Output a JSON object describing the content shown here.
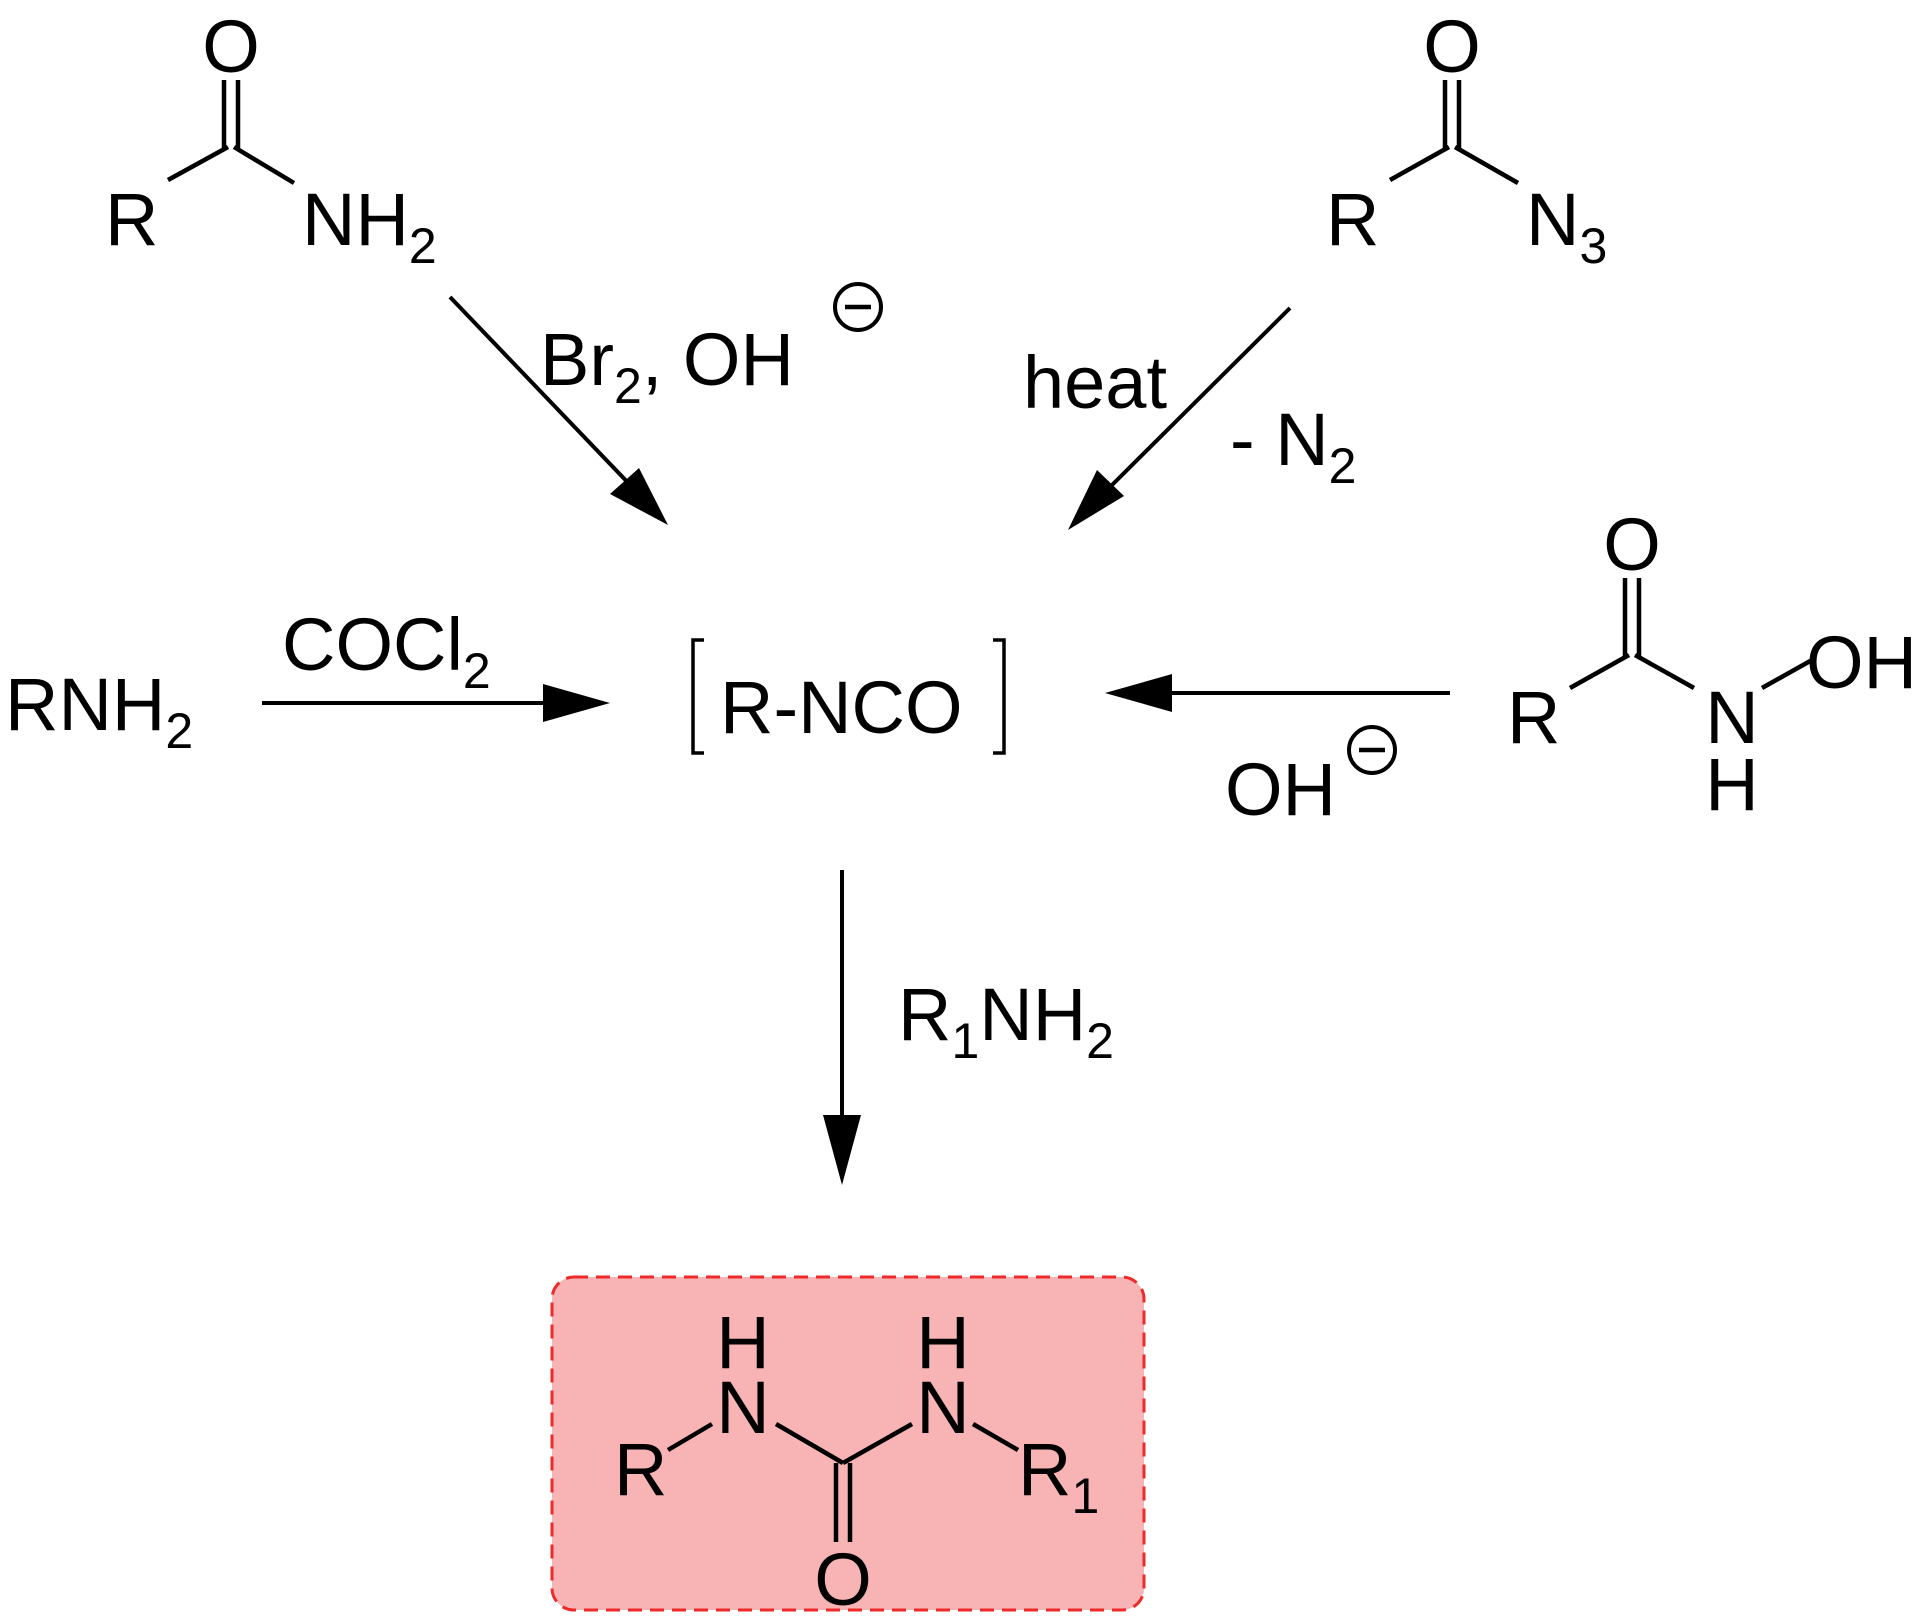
{
  "title": "",
  "colors": {
    "ink": "#000000",
    "product_fill": "#f8b4b4",
    "product_border": "#ee2a2a"
  },
  "reagents": {
    "hofmann": {
      "main": "Br",
      "sub": "2",
      "rest": ", OH"
    },
    "curtius": {
      "line1": "heat",
      "line2_prefix": "- N",
      "line2_sub": "2"
    },
    "phosgene": {
      "main": "COCl",
      "sub": "2"
    },
    "lossen": {
      "text": "OH"
    },
    "amine": {
      "prefix": "R",
      "prefix_sub": "1",
      "main": "NH",
      "sub": "2"
    }
  },
  "molecules": {
    "amide": {
      "oxygen": "O",
      "r_group": "R",
      "nh": "NH",
      "nh_sub": "2"
    },
    "acyl_azide": {
      "oxygen": "O",
      "r_group": "R",
      "n": "N",
      "n_sub": "3"
    },
    "amine_start": {
      "main": "RNH",
      "sub": "2"
    },
    "isocyanate": {
      "text": "R-NCO"
    },
    "hydroxamic_acid": {
      "oxygen": "O",
      "r_group": "R",
      "oh": "OH",
      "n": "N",
      "h": "H"
    },
    "urea": {
      "h_left": "H",
      "n_left": "N",
      "r_left": "R",
      "h_right": "H",
      "n_right": "N",
      "r_right": "R",
      "r_right_sub": "1",
      "oxygen": "O"
    }
  }
}
